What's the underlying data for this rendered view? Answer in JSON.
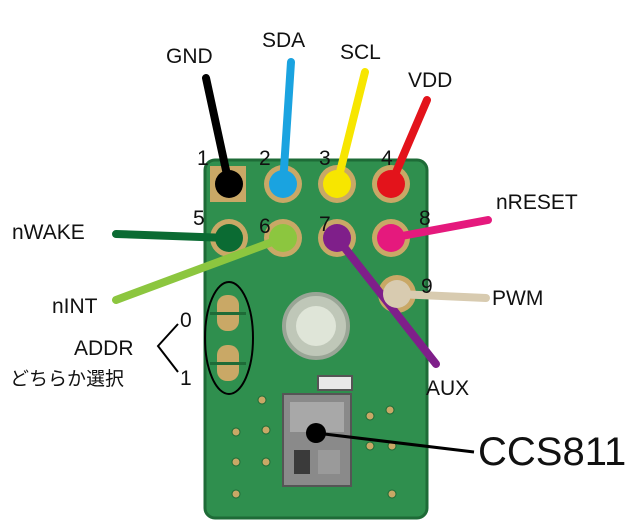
{
  "colors": {
    "board": "#2f8f4e",
    "board_dark": "#1e6b37",
    "gold": "#c9a866",
    "chip": "#8a8a8a",
    "wire_gnd": "#000000",
    "wire_sda": "#1aa3e0",
    "wire_scl": "#f7e600",
    "wire_vdd": "#e3131b",
    "wire_nwake": "#0b6b33",
    "wire_nint": "#8cc63f",
    "wire_aux": "#7f1f8a",
    "wire_nreset": "#e5197d",
    "wire_pwm": "#d8cbb0"
  },
  "pins": [
    {
      "num": "1",
      "name": "GND"
    },
    {
      "num": "2",
      "name": "SDA"
    },
    {
      "num": "3",
      "name": "SCL"
    },
    {
      "num": "4",
      "name": "VDD"
    },
    {
      "num": "5",
      "name": "nWAKE"
    },
    {
      "num": "6",
      "name": "nINT"
    },
    {
      "num": "7",
      "name": "AUX"
    },
    {
      "num": "8",
      "name": "nRESET"
    },
    {
      "num": "9",
      "name": "PWM"
    }
  ],
  "addr": {
    "label": "ADDR",
    "option_0": "0",
    "option_1": "1",
    "note": "どちらか選択"
  },
  "chip_label": "CCS811"
}
